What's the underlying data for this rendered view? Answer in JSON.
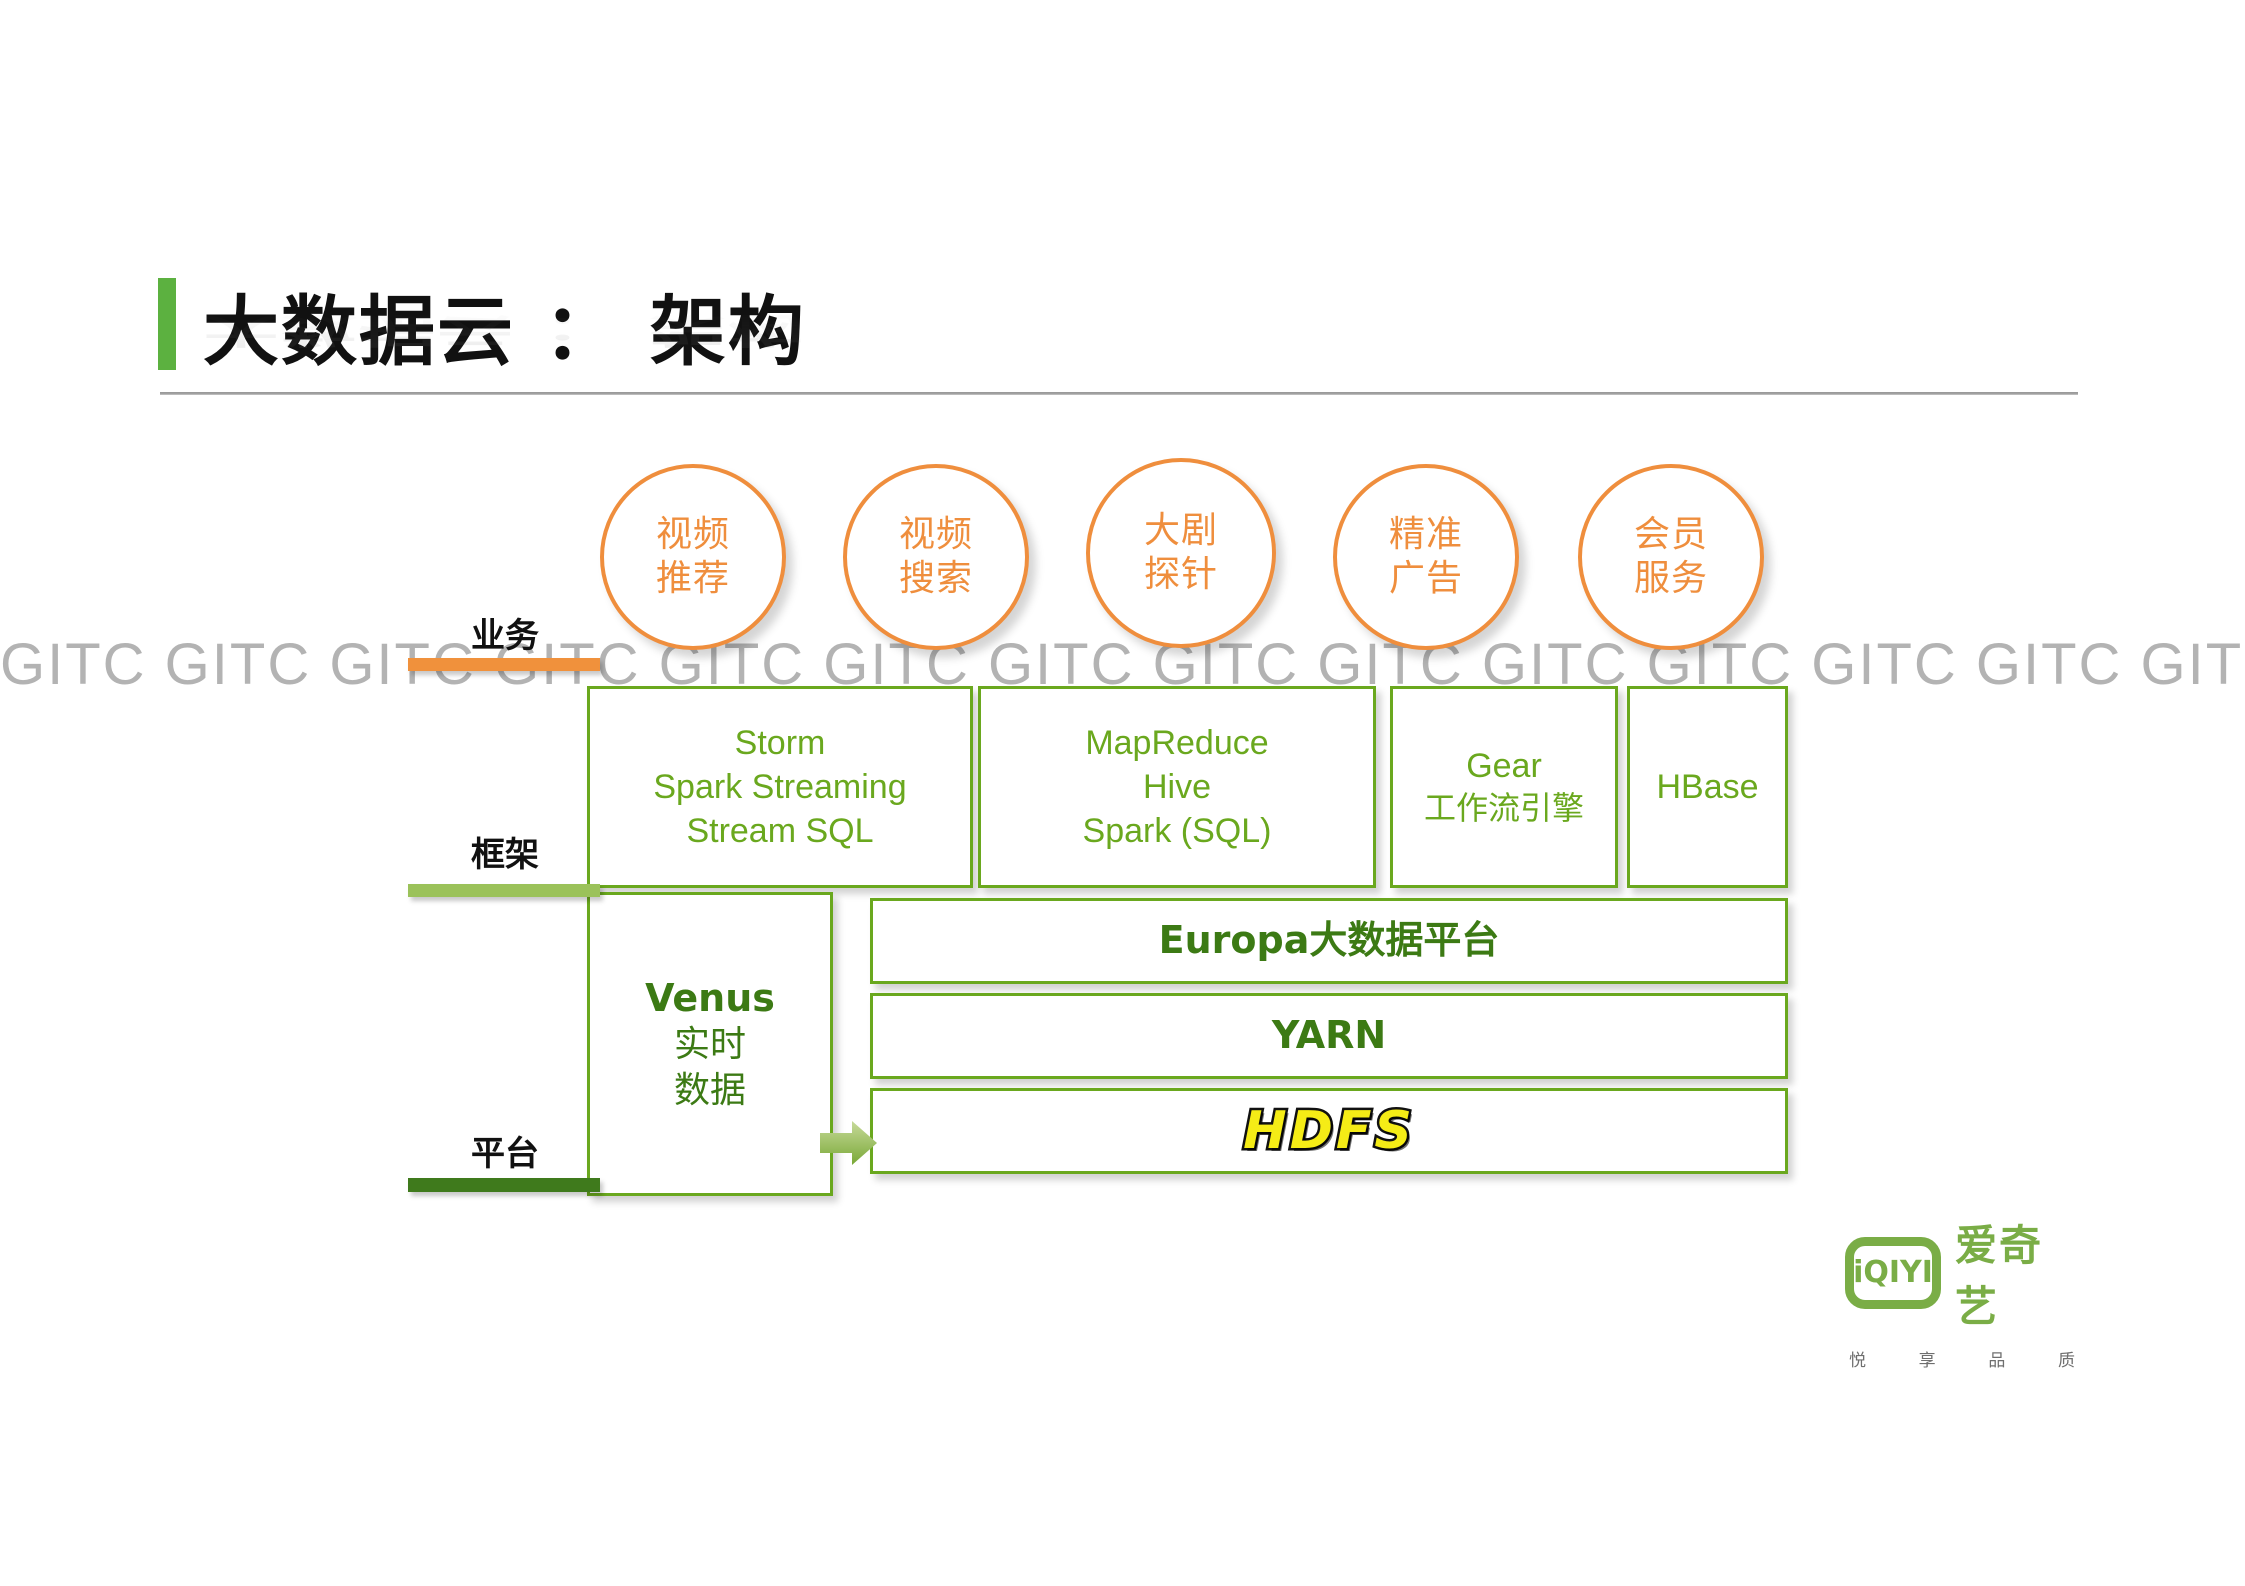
{
  "slide": {
    "title": "大数据云 ： 架构",
    "watermark_text": "GITC GITC GITC GITC GITC GITC GITC GITC GITC GITC GITC GITC GITC GITC GITC GITC GITC GITC GI",
    "accent_green": "#5cb140",
    "orange": "#ef8e3d",
    "box_green": "#6aa81e",
    "deep_green": "#3c7a14"
  },
  "rows": {
    "business": {
      "label": "业务",
      "bar_color": "#f0913c"
    },
    "framework": {
      "label": "框架",
      "bar_color": "#9bc25a"
    },
    "platform": {
      "label": "平台",
      "bar_color": "#3f7a1c"
    }
  },
  "business_circles": [
    {
      "line1": "视频",
      "line2": "推荐"
    },
    {
      "line1": "视频",
      "line2": "搜索"
    },
    {
      "line1": "大剧",
      "line2": "探针"
    },
    {
      "line1": "精准",
      "line2": "广告"
    },
    {
      "line1": "会员",
      "line2": "服务"
    }
  ],
  "framework_boxes": [
    {
      "lines": [
        "Storm",
        "Spark Streaming",
        "Stream SQL"
      ]
    },
    {
      "lines": [
        "MapReduce",
        "Hive",
        "Spark (SQL)"
      ]
    },
    {
      "lines": [
        "Gear",
        "工作流引擎"
      ]
    },
    {
      "lines": [
        "HBase"
      ]
    }
  ],
  "platform": {
    "venus": {
      "name": "Venus",
      "line2": "实时",
      "line3": "数据"
    },
    "stack": [
      {
        "label": "Europa大数据平台"
      },
      {
        "label": "YARN"
      },
      {
        "label": "HDFS",
        "is_logo": true
      }
    ]
  },
  "brand": {
    "mark_text": "iQIYI",
    "name": "爱奇艺",
    "tagline": [
      "悦",
      "享",
      "品",
      "质"
    ]
  }
}
